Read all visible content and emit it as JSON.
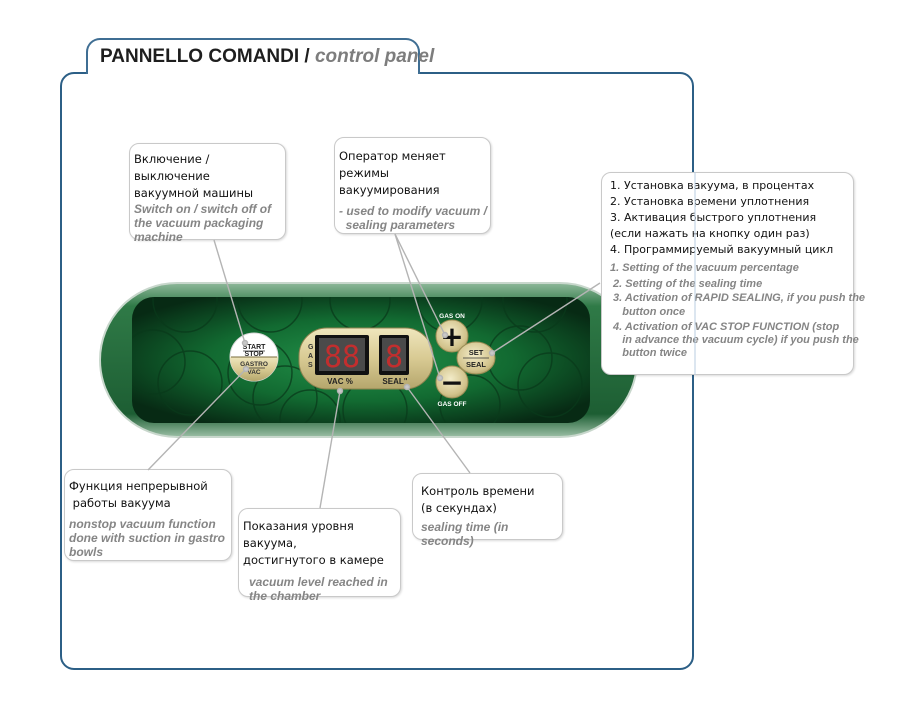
{
  "header": {
    "title_it": "PANNELLO COMANDI / ",
    "title_en": "control panel"
  },
  "panel": {
    "start_stop": {
      "top": "START",
      "bottom": "STOP"
    },
    "gastro_vac": {
      "top": "GASTRO",
      "bottom": "VAC"
    },
    "gas_label": "GAS",
    "vac_display": {
      "value": "88",
      "label": "VAC %"
    },
    "seal_display": {
      "value": "8",
      "label": "SEAL\""
    },
    "plus_button": {
      "symbol": "+",
      "label": "GAS ON"
    },
    "minus_button": {
      "symbol": "−",
      "label": "GAS OFF"
    },
    "set_seal": {
      "top": "SET",
      "bottom": "SEAL"
    },
    "colors": {
      "green_dark": "#0b3d1e",
      "green_mid": "#1f7a3c",
      "beige": "#d9cc9a",
      "led_red": "#e01818",
      "frame_blue": "#2c5f86"
    }
  },
  "callouts": {
    "power": {
      "ru": [
        "Включение / выключение",
        "вакуумной машины"
      ],
      "en": [
        "Switch on / switch off of",
        "the vacuum packaging",
        "machine"
      ]
    },
    "operator": {
      "ru": [
        "Оператор меняет режимы",
        "вакуумирования"
      ],
      "en": [
        "- used to modify vacuum /",
        "  sealing parameters"
      ]
    },
    "setseal": {
      "ru": [
        "1. Установка вакуума,  в процентах",
        "2. Установка времени уплотнения",
        "3. Активация быстрого уплотнения",
        "(если нажать на кнопку один раз)",
        "4. Программируемый вакуумный цикл"
      ],
      "en": [
        "1. Setting of the vacuum percentage",
        " 2. Setting of the sealing time",
        " 3. Activation of RAPID SEALING, if you push the",
        "    button once",
        " 4. Activation of VAC STOP FUNCTION (stop",
        "    in advance the vacuum cycle) if you push the",
        "    button twice"
      ]
    },
    "gastro": {
      "ru": [
        "Функция непрерывной",
        " работы вакуума"
      ],
      "en": [
        "nonstop vacuum function",
        "done with suction in gastro",
        "bowls"
      ]
    },
    "vacuum_level": {
      "ru": [
        "Показания уровня вакуума,",
        "достигнутого в камере"
      ],
      "en": [
        "vacuum level reached in",
        "the chamber"
      ]
    },
    "sealing_time": {
      "ru": [
        "Контроль времени",
        "(в секундах)"
      ],
      "en": [
        "sealing time (in seconds)"
      ]
    }
  }
}
